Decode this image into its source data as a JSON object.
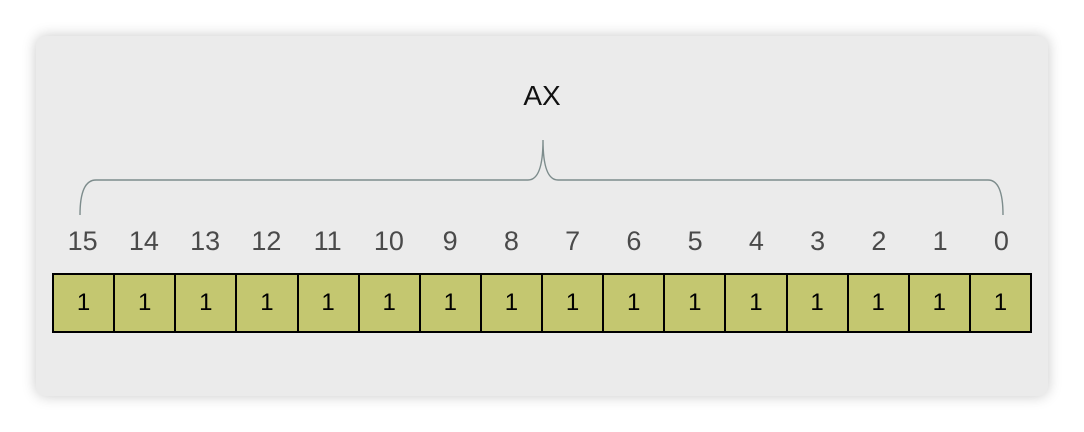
{
  "register": {
    "name": "AX"
  },
  "bit_numbers": [
    "15",
    "14",
    "13",
    "12",
    "11",
    "10",
    "9",
    "8",
    "7",
    "6",
    "5",
    "4",
    "3",
    "2",
    "1",
    "0"
  ],
  "bit_values": [
    "1",
    "1",
    "1",
    "1",
    "1",
    "1",
    "1",
    "1",
    "1",
    "1",
    "1",
    "1",
    "1",
    "1",
    "1",
    "1"
  ],
  "colors": {
    "cell_fill": "#c4c770",
    "brace": "#7d8c8c",
    "card": "#ebebeb"
  }
}
